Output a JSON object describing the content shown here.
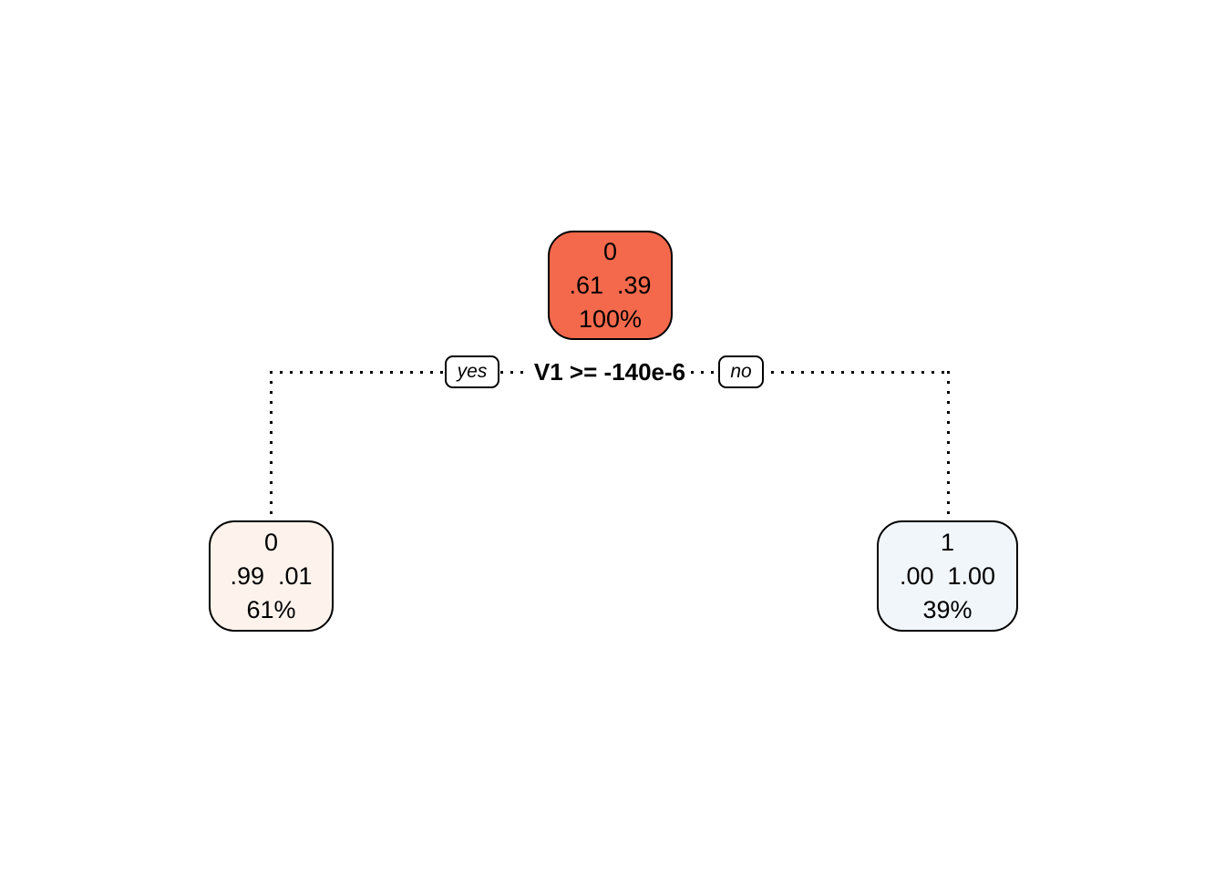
{
  "page": {
    "background_color": "#ffffff"
  },
  "tree": {
    "type": "decision-tree",
    "split": {
      "condition": "V1 >= -140e-6",
      "yes_label": "yes",
      "no_label": "no"
    },
    "nodes": {
      "root": {
        "class_label": "0",
        "probabilities": ".61  .39",
        "coverage": "100%",
        "fill": "#f4694c",
        "border_color": "#000000",
        "text_color": "#000000"
      },
      "left_leaf": {
        "class_label": "0",
        "probabilities": ".99  .01",
        "coverage": "61%",
        "fill": "#fdf3ec",
        "border_color": "#000000",
        "text_color": "#000000"
      },
      "right_leaf": {
        "class_label": "1",
        "probabilities": ".00  1.00",
        "coverage": "39%",
        "fill": "#f1f6fb",
        "border_color": "#000000",
        "text_color": "#000000"
      }
    },
    "edges": {
      "line_color": "#000000",
      "line_style": "dotted"
    }
  }
}
